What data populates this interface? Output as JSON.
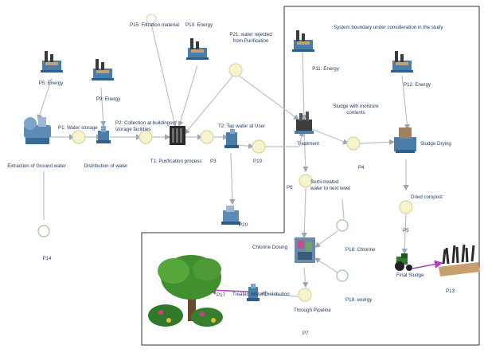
{
  "boundary_label": "System boundary under consideration in the study",
  "labels": {
    "p5": "P5: Energy",
    "p9": "P9: Energy",
    "p1": "P1: Water storage",
    "p2": "P2: Collection at buildings storage facilities",
    "p15": "P15: Filtration material",
    "p10": "P10: Energy",
    "p21": "P21: water rejected from Purification",
    "t2": "T2: Tap water at User",
    "p11": "P11: Energy",
    "p12": "P12: Energy",
    "sludge_moist": "Sludge with moisture contents",
    "extraction": "Extraction of Ground water",
    "distribution": "Distribution of water",
    "t1": "T1: Purification process",
    "p3": "P3",
    "p19": "P19",
    "treatment": "Treatment",
    "p4": "P4",
    "sludge_drying": "Sludge Drying",
    "p6": "P6",
    "semi_treated": "Semi-treated water to next level",
    "dried_compost": "Dried compost",
    "p14": "P14",
    "p20": "P20",
    "chlorine_dosing": "Chlorine Dosing",
    "p18_chlorine": "P18: Chlorine",
    "p5b": "P5",
    "p18_energy": "P18: energy",
    "final_sludge": "Final Sludge",
    "p13": "P13",
    "p17": "P17",
    "treated_distribution": "Treated Water Distribution",
    "through_pipeline": "Through Pipeline",
    "p7": "P7"
  },
  "colors": {
    "flow_line": "#b8c2cc",
    "circle_fill": "#f7f3cf",
    "circle_stroke": "#d7d79a",
    "green_circle_stroke": "#9ec59a",
    "icon_blue": "#4a7ea8",
    "arrow_purple": "#b040c0"
  },
  "icons": [
    "factory-icon",
    "pump-icon",
    "filter-icon",
    "treatment-plant-icon",
    "tree-icon",
    "tractor-icon",
    "crop-field-icon"
  ]
}
